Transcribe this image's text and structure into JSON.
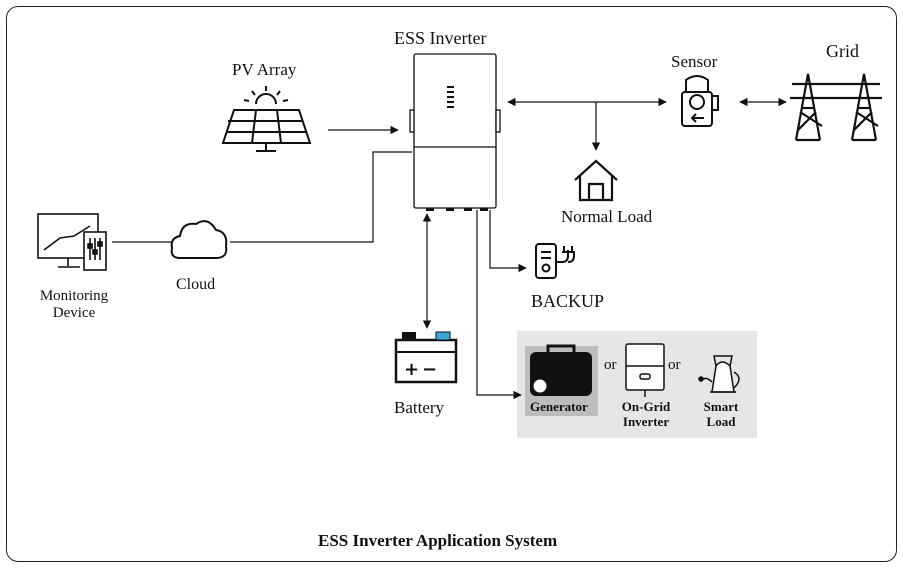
{
  "diagram": {
    "title": "ESS Inverter Application System",
    "nodes": {
      "inverter": "ESS Inverter",
      "pv": "PV Array",
      "sensor": "Sensor",
      "grid": "Grid",
      "normal_load": "Normal Load",
      "monitoring_line1": "Monitoring",
      "monitoring_line2": "Device",
      "cloud": "Cloud",
      "backup": "BACKUP",
      "battery": "Battery",
      "generator": "Generator",
      "ongrid_line1": "On-Grid",
      "ongrid_line2": "Inverter",
      "smart_line1": "Smart",
      "smart_line2": "Load",
      "or1": "or",
      "or2": "or"
    },
    "colors": {
      "line": "#111111",
      "option_panel": "#e6e6e6",
      "generator_highlight": "#bdbdbd",
      "battery_terminal_accent": "#3aa6d6"
    },
    "icons": [
      "solar-panel-icon",
      "inverter-icon",
      "ct-sensor-icon",
      "transmission-tower-icon",
      "house-icon",
      "monitor-icon",
      "cloud-icon",
      "backup-plug-icon",
      "battery-icon",
      "generator-icon",
      "ongrid-inverter-icon",
      "kettle-icon"
    ]
  }
}
